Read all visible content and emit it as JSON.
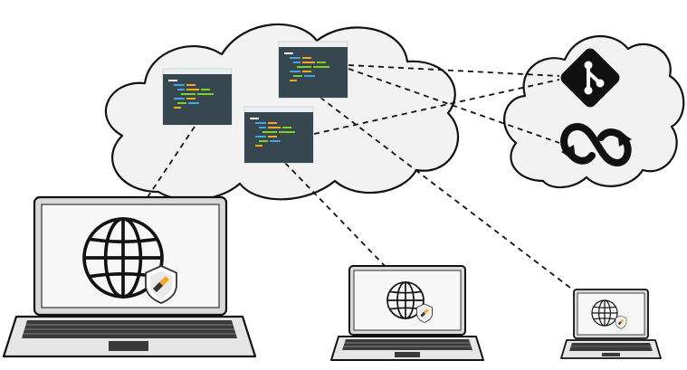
{
  "diagram": {
    "nodes": [
      {
        "id": "cloud-main",
        "kind": "cloud"
      },
      {
        "id": "cloud-services",
        "kind": "cloud"
      },
      {
        "id": "code-window-1",
        "kind": "code-window"
      },
      {
        "id": "code-window-2",
        "kind": "code-window"
      },
      {
        "id": "code-window-3",
        "kind": "code-window"
      },
      {
        "id": "git-service",
        "kind": "service",
        "icon": "git-icon"
      },
      {
        "id": "sync-service",
        "kind": "service",
        "icon": "sync-icon"
      },
      {
        "id": "laptop-large",
        "kind": "laptop",
        "icons": [
          "globe-icon",
          "shield-icon"
        ]
      },
      {
        "id": "laptop-medium",
        "kind": "laptop",
        "icons": [
          "globe-icon",
          "shield-icon"
        ]
      },
      {
        "id": "laptop-small",
        "kind": "laptop",
        "icons": [
          "globe-icon",
          "shield-icon"
        ]
      }
    ],
    "connections": [
      {
        "from": "code-window-1",
        "to": "laptop-large",
        "style": "dashed"
      },
      {
        "from": "code-window-3",
        "to": "laptop-medium",
        "style": "dashed"
      },
      {
        "from": "code-window-2",
        "to": "laptop-small",
        "style": "dashed"
      },
      {
        "from": "code-window-2",
        "to": "git-service",
        "style": "dashed"
      },
      {
        "from": "code-window-2",
        "to": "sync-service",
        "style": "dashed"
      },
      {
        "from": "code-window-3",
        "to": "git-service",
        "style": "dashed"
      }
    ],
    "colors": {
      "outline": "#111111",
      "cloud_fill": "#f2f2f2",
      "code_window_bg": "#37474f",
      "code_window_titlebar": "#eceff1",
      "code_line_colors": [
        "#ffffff",
        "#4aa3df",
        "#f5a623",
        "#7ed321"
      ],
      "laptop_body": "#e6e6e6",
      "laptop_screen": "#f7f7f7",
      "keyboard": "#3a3a3a",
      "shield_accent": "#f5a623"
    }
  }
}
